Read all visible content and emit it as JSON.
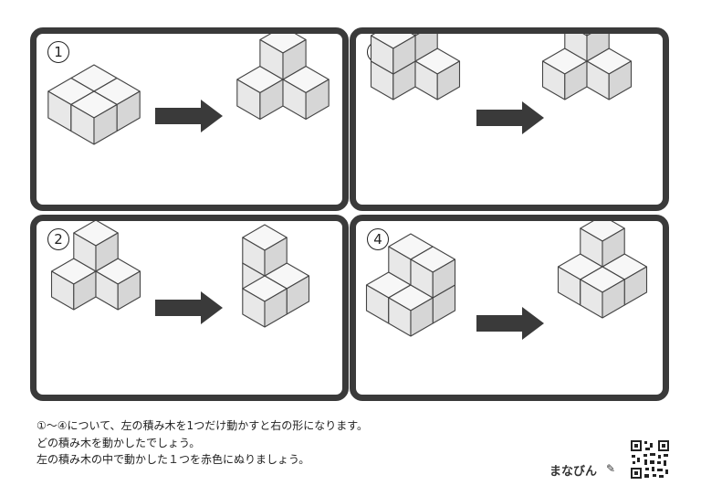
{
  "panels": [
    {
      "id": "p1",
      "number": "1"
    },
    {
      "id": "p2",
      "number": "2"
    },
    {
      "id": "p3",
      "number": "3"
    },
    {
      "id": "p4",
      "number": "4"
    }
  ],
  "instructions": {
    "line1": "①〜④について、左の積み木を1つだけ動かすと右の形になります。",
    "line2": "どの積み木を動かしたでしょう。",
    "line3": "左の積み木の中で動かした１つを赤色にぬりましょう。"
  },
  "footer": {
    "brand": "まなびん",
    "qr_icon": "qr-code-icon"
  },
  "colors": {
    "frame": "#3a3a3a",
    "cube_top": "#f7f7f7",
    "cube_left": "#e8e8e8",
    "cube_right": "#d6d6d6",
    "arrow": "#3a3a3a"
  }
}
